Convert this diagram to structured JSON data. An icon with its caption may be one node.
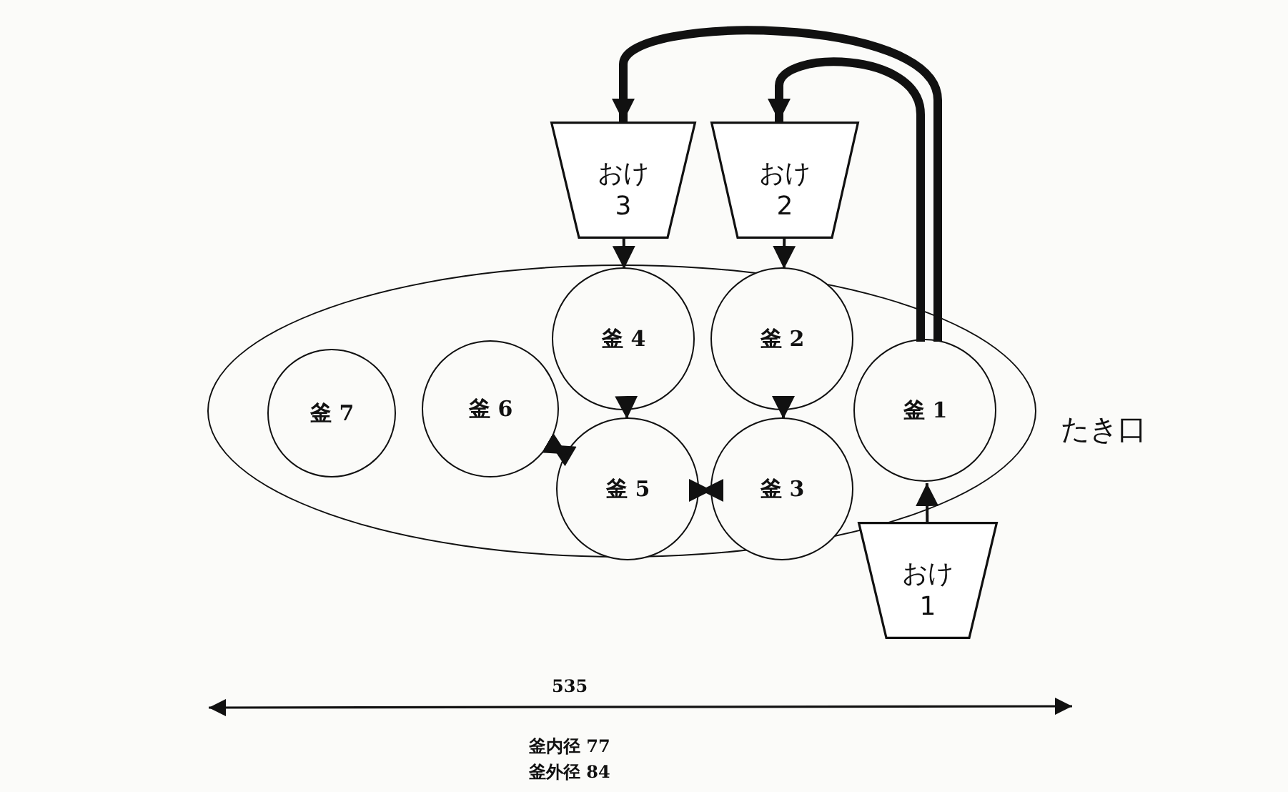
{
  "diagram": {
    "nodes": [
      {
        "text": [
          "おけ3"
        ]
      },
      {
        "text": [
          "おけ2"
        ]
      },
      {
        "text": [],
        "shape": "ellipse"
      },
      {
        "text": [
          "釜 7"
        ],
        "in": 2
      },
      {
        "text": [
          "釜 6"
        ],
        "in": 2
      },
      {
        "text": [
          "釜 4"
        ],
        "in": 2
      },
      {
        "text": [
          "釜 2"
        ],
        "in": 2
      },
      {
        "text": [
          "釜 1"
        ],
        "in": 2
      },
      {
        "text": [
          "釜 5"
        ],
        "in": 2
      },
      {
        "text": [
          "釜 3"
        ],
        "in": 2
      },
      {
        "text": [
          "おけ1"
        ]
      }
    ],
    "edges": [
      {
        "from": 7,
        "to": 0,
        "arrow": "to",
        "style": "thick"
      },
      {
        "from": 7,
        "to": 1,
        "arrow": "to",
        "style": "thick"
      },
      {
        "from": 0,
        "to": 5,
        "arrow": "to"
      },
      {
        "from": 1,
        "to": 6,
        "arrow": "to"
      },
      {
        "from": 5,
        "to": 8,
        "arrow": "to"
      },
      {
        "from": 6,
        "to": 9,
        "arrow": "to"
      },
      {
        "from": 4,
        "to": 8,
        "arrow": "both"
      },
      {
        "from": 8,
        "to": 9,
        "arrow": "both"
      },
      {
        "from": 10,
        "to": 7,
        "arrow": "to"
      }
    ],
    "labels": [
      "たき口",
      "535",
      "釜内径 77",
      "釜外径 84"
    ]
  }
}
